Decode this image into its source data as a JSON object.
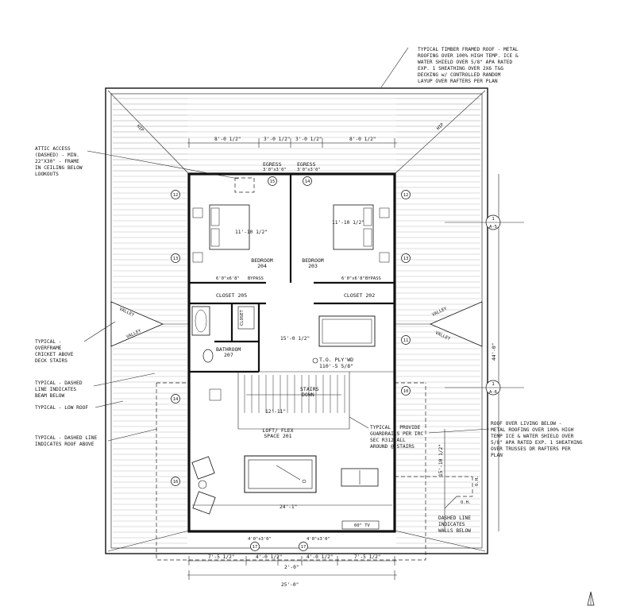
{
  "notes": {
    "roof_top": [
      "TYPICAL TIMBER FRAMED ROOF - METAL",
      "ROOFING OVER 100% HIGH TEMP. ICE &",
      "WATER SHIELD OVER 5/8\" APA RATED",
      "EXP. 1 SHEATHING OVER 2X6 T&G",
      "DECKING w/ CONTROLLED RANDOM",
      "LAYUP OVER RAFTERS PER PLAN"
    ],
    "attic": [
      "ATTIC ACCESS",
      "(DASHED) - MIN.",
      "22\"X30\" - FRAME",
      "IN CEILING BELOW",
      "LOOKOUTS"
    ],
    "overframe": [
      "TYPICAL -",
      "OVERFRAME",
      "CRICKET ABOVE",
      "DECK STAIRS"
    ],
    "beam": [
      "TYPICAL - DASHED",
      "LINE INDICATES",
      "BEAM BELOW"
    ],
    "low_roof": [
      "TYPICAL - LOW ROOF"
    ],
    "roof_above": [
      "TYPICAL - DASHED LINE",
      "INDICATES ROOF ABOVE"
    ],
    "guardrails": [
      "TYPICAL - PROVIDE",
      "GUARDRAILS PER IRC",
      "SEC R312 ALL",
      "AROUND @ STAIRS"
    ],
    "living": [
      "ROOF OVER LIVING BELOW -",
      "METAL ROOFING OVER 100% HIGH",
      "TEMP ICE & WATER SHIELD OVER",
      "5/8\" APA RATED EXP. 1 SHEATHING",
      "OVER TRUSSES OR RAFTERS PER",
      "PLAN"
    ],
    "walls_below": [
      "DASHED LINE",
      "INDICATES",
      "WALLS BELOW"
    ]
  },
  "rooms": {
    "bed204": [
      "BEDROOM",
      "204"
    ],
    "bed203": [
      "BEDROOM",
      "203"
    ],
    "closet205": "CLOSET 205",
    "closet202": "CLOSET 202",
    "closet_small": "CLOSET",
    "bath": [
      "BATHROOM",
      "207"
    ],
    "loft": [
      "LOFT/ FLEX",
      "SPACE 201"
    ],
    "stairs": [
      "STAIRS",
      "DOWN"
    ],
    "tv": "60\" TV",
    "plate": [
      "T.O. PLY'WD",
      "110'-5 5/8\""
    ]
  },
  "labels": {
    "egress": "EGRESS",
    "egress_size": "3'0\"x3'0\"",
    "bypass": "BYPASS",
    "door_size": "6'0\"x6'8\"",
    "hip": "HIP",
    "valley": "VALLEY",
    "oh": "O.H."
  },
  "dims": {
    "top_left": "8'-0 1/2\"",
    "top_mid1": "3'-0 1/2\"",
    "top_mid2": "3'-0 1/2\"",
    "top_right": "8'-0 1/2\"",
    "bed204_w": "11'-10 1/2\"",
    "bed203_w": "11'-10 1/2\"",
    "hall_w": "15'-0 1/2\"",
    "stair_w": "12'-11\"",
    "loft_w": "24'-1\"",
    "overall_h": "44'-0\"",
    "bottom_left": "7'-5 1/2\"",
    "bottom_m1": "4'-0 1/2\"",
    "bottom_m2": "4'-0 1/2\"",
    "bottom_right": "7'-5 1/2\"",
    "bottom_center": "2'-0\"",
    "overall_w": "25'-0\"",
    "right_dim": "15'-10 1/2\"",
    "win_bottom": "4'0\"x3'0\""
  },
  "tags": {
    "w15": "15",
    "w14": "14",
    "w12a": "12",
    "w13a": "13",
    "w12b": "12",
    "w13b": "13",
    "w11": "11",
    "w10": "10",
    "w14b": "14",
    "w16": "16",
    "w17a": "17",
    "w17b": "17",
    "sec_a": "1",
    "sec_a_ref": "A-5",
    "sec_b": "1",
    "sec_b_ref": "A-6"
  }
}
